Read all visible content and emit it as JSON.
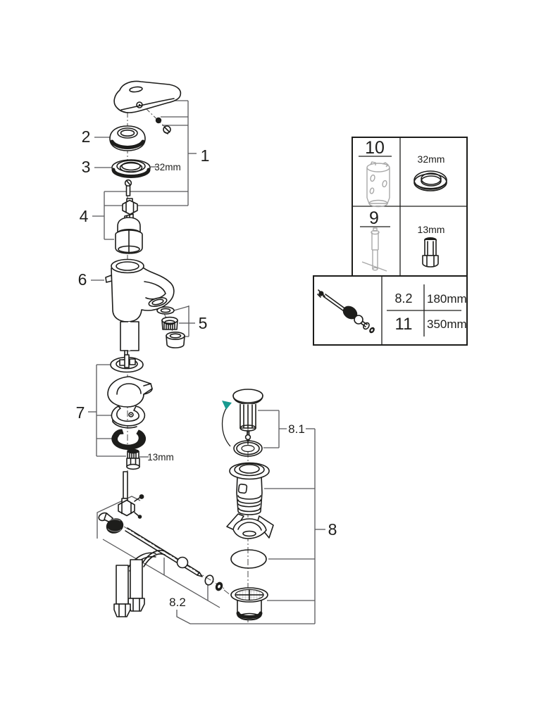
{
  "figure": {
    "kind": "exploded-parts-diagram",
    "subject": "single-lever basin mixer with pop-up waste"
  },
  "callouts": {
    "n1": "1",
    "n2": "2",
    "n3": "3",
    "n4": "4",
    "n5": "5",
    "n6": "6",
    "n7": "7",
    "n8": "8",
    "n8_1": "8.1",
    "n8_2": "8.2",
    "dim_ring": "32mm",
    "dim_nut": "13mm"
  },
  "tool_panel": {
    "rows": [
      {
        "id": "10",
        "size": "32mm"
      },
      {
        "id": "9",
        "size": "13mm"
      }
    ]
  },
  "length_panel": {
    "rows": [
      {
        "id": "8.2",
        "length": "180mm"
      },
      {
        "id": "11",
        "length": "350mm"
      }
    ]
  },
  "colors": {
    "ink": "#1d1d1b",
    "leader": "#58585a",
    "tool_gray": "#a8a8a8",
    "accent_teal": "#179a90",
    "background": "#ffffff"
  }
}
